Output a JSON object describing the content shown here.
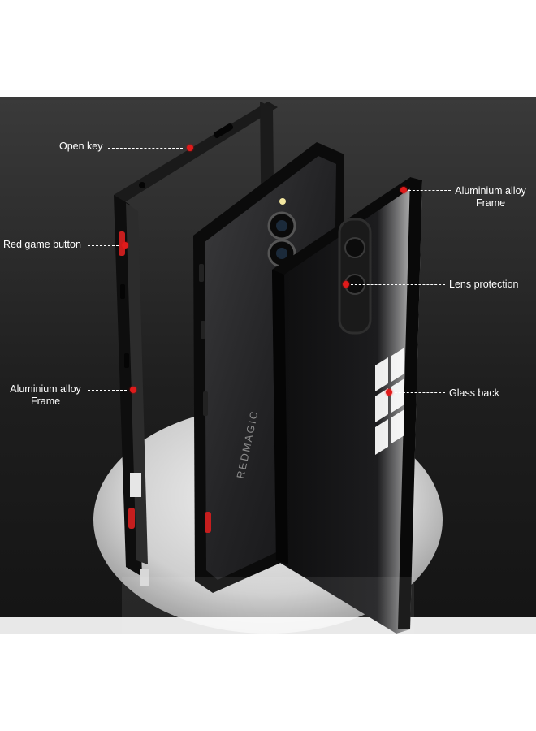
{
  "image": {
    "background": "#ffffff",
    "photo_background": "#2a2a2a",
    "accent_red": "#e01b1b",
    "phone_brand_text": "REDMAGIC"
  },
  "callouts": {
    "open_key": "Open key",
    "red_game_button": "Red game button",
    "aluminium_left_line1": "Aluminium alloy",
    "aluminium_left_line2": "Frame",
    "aluminium_right_line1": "Aluminium alloy",
    "aluminium_right_line2": "Frame",
    "lens_protection": "Lens protection",
    "glass_back": "Glass back"
  }
}
